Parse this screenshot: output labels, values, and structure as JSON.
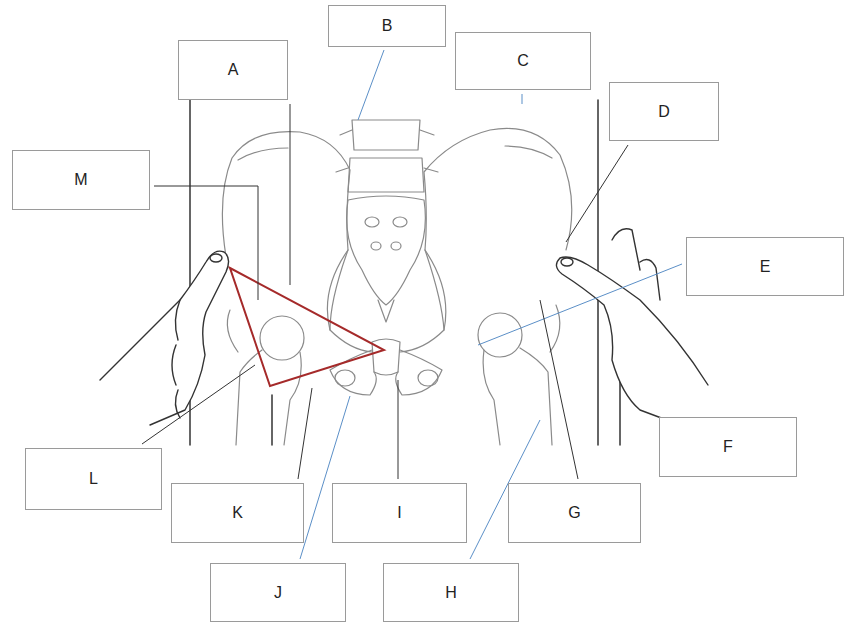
{
  "diagram": {
    "nodes": [
      {
        "text": [
          "A"
        ]
      },
      {
        "text": [
          "B"
        ]
      },
      {
        "text": [
          "C"
        ]
      },
      {
        "text": [
          "D"
        ]
      },
      {
        "text": [
          "M"
        ]
      },
      {
        "text": [
          "E"
        ]
      },
      {
        "text": [
          "F"
        ]
      },
      {
        "text": [
          "L"
        ]
      },
      {
        "text": [
          "K"
        ]
      },
      {
        "text": [
          "I"
        ]
      },
      {
        "text": [
          "G"
        ]
      },
      {
        "text": [
          "J"
        ]
      },
      {
        "text": [
          "H"
        ]
      }
    ]
  }
}
